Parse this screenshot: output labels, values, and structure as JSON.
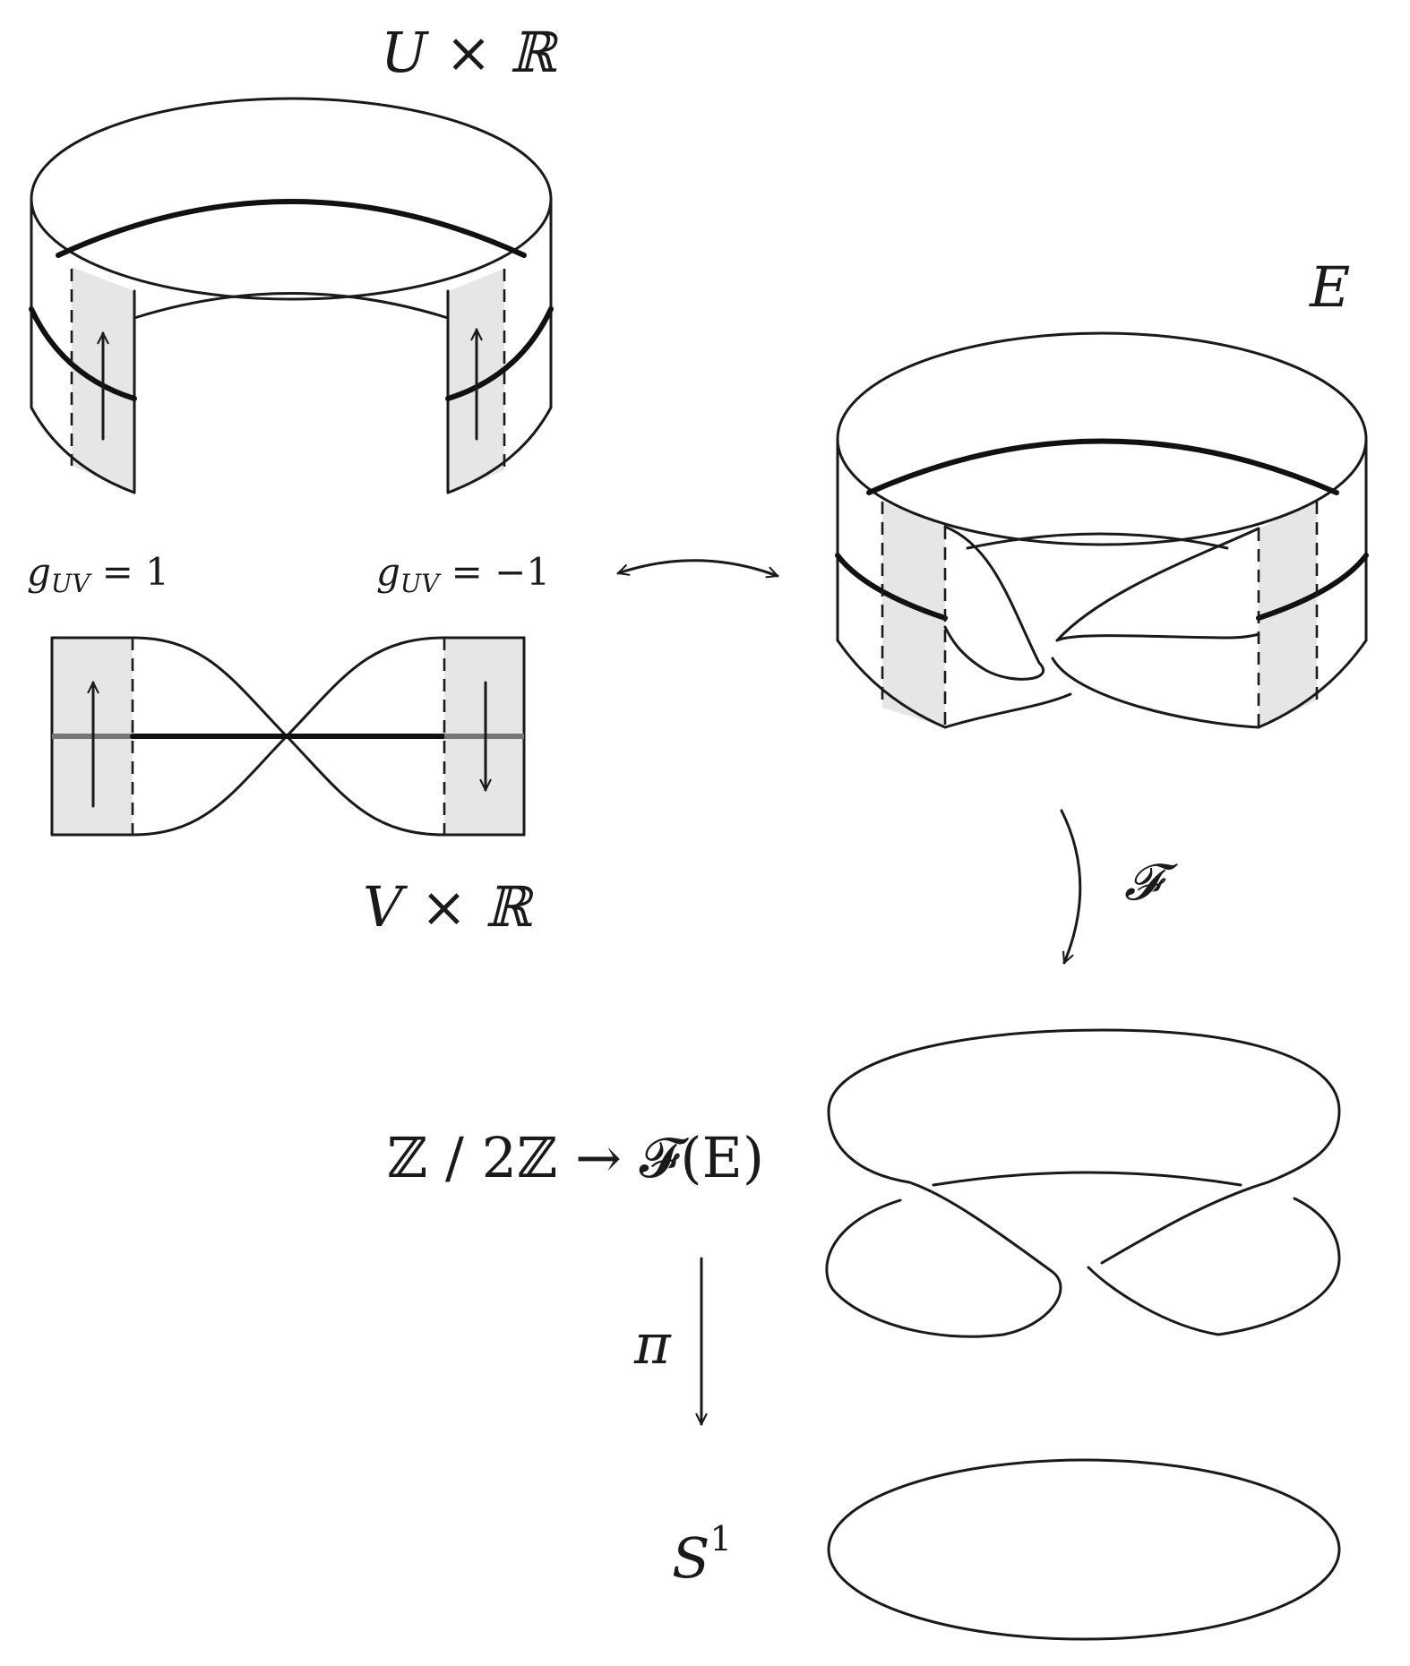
{
  "labels": {
    "u_times_r": "U × ℝ",
    "e": "E",
    "g_uv_pos": {
      "symbol": "g",
      "subscript": "UV",
      "value": "= 1"
    },
    "g_uv_neg": {
      "symbol": "g",
      "subscript": "UV",
      "value": "= −1"
    },
    "v_times_r": "V × ℝ",
    "curly_f": "𝓕",
    "group_map": "ℤ / 2ℤ → 𝓕(E)",
    "pi": "π",
    "s1": {
      "base": "S",
      "superscript": "1"
    }
  },
  "colors": {
    "stroke": "#1a1a1a",
    "shaded_chart": "#e6e6e6"
  }
}
